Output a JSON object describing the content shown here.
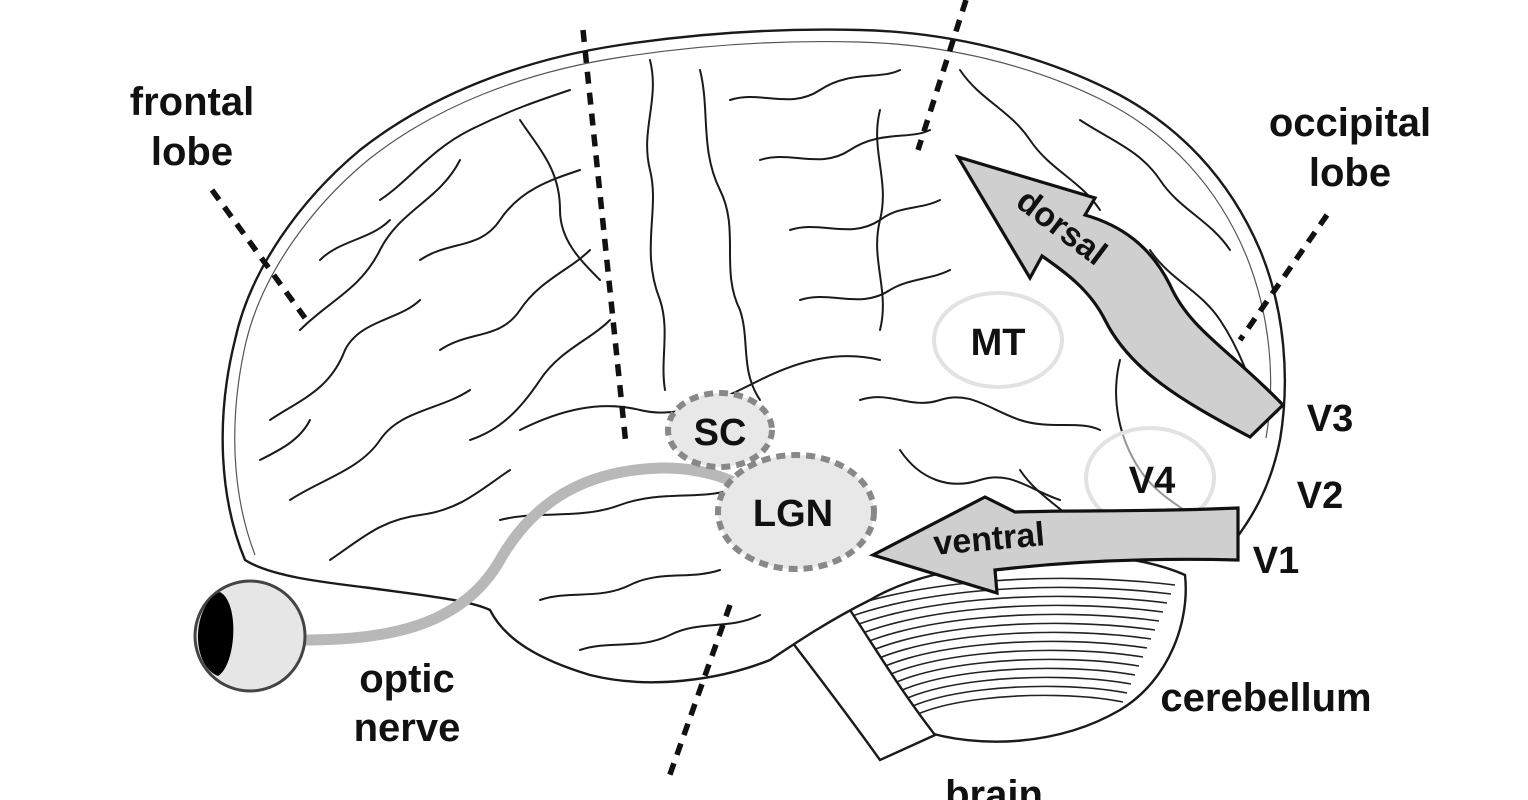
{
  "labels": {
    "frontal_lobe_line1": "frontal",
    "frontal_lobe_line2": "lobe",
    "occipital_lobe_line1": "occipital",
    "occipital_lobe_line2": "lobe",
    "optic_nerve_line1": "optic",
    "optic_nerve_line2": "nerve",
    "cerebellum": "cerebellum",
    "brain": "brain",
    "mt": "MT",
    "sc": "SC",
    "lgn": "LGN",
    "v4": "V4",
    "v3": "V3",
    "v2": "V2",
    "v1": "V1",
    "dorsal": "dorsal",
    "ventral": "ventral"
  },
  "colors": {
    "arrow_fill": "#cfcfcf",
    "optic_nerve": "#b8b8b8",
    "eye_pupil": "#000000",
    "eye_fill": "#e6e6e6",
    "lgn_sc_fill": "#e8e8e8",
    "outline": "#1a1a1a"
  }
}
